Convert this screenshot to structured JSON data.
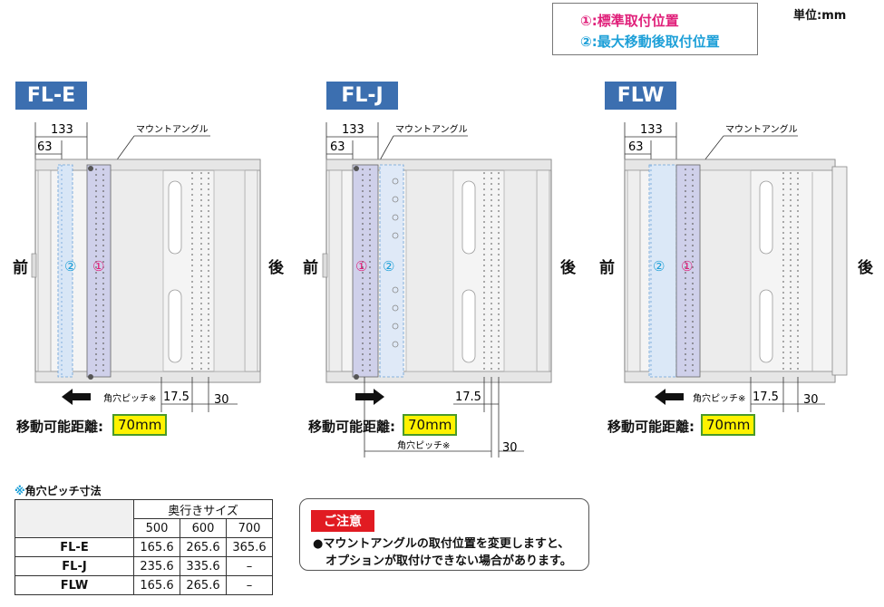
{
  "legend": {
    "standard": "①:標準取付位置",
    "max": "②:最大移動後取付位置"
  },
  "unit": "単位:mm",
  "colors": {
    "standard": "#e0207a",
    "max": "#1ea0d8",
    "model_bg": "#3c6fb0",
    "highlight": "#fff200",
    "notice_red": "#e11b22"
  },
  "front_label": "前",
  "rear_label": "後",
  "mount_angle_label": "マウントアングル",
  "dim_133": "133",
  "dim_63": "63",
  "dim_175": "17.5",
  "dim_30": "30",
  "pitch_label": "角穴ピッチ※",
  "move_label": "移動可能距離:",
  "move_value": "70mm",
  "circle1": "①",
  "circle2": "②",
  "diagrams": [
    {
      "model": "FL-E",
      "direction": "left"
    },
    {
      "model": "FL-J",
      "direction": "right"
    },
    {
      "model": "FLW",
      "direction": "left"
    }
  ],
  "pitch_table": {
    "title_mark": "※",
    "title": "角穴ピッチ寸法",
    "header": "奥行きサイズ",
    "sizes": [
      "500",
      "600",
      "700"
    ],
    "rows": [
      {
        "model": "FL-E",
        "values": [
          "165.6",
          "265.6",
          "365.6"
        ]
      },
      {
        "model": "FL-J",
        "values": [
          "235.6",
          "335.6",
          "–"
        ]
      },
      {
        "model": "FLW",
        "values": [
          "165.6",
          "265.6",
          "–"
        ]
      }
    ]
  },
  "notice": {
    "tag": "ご注意",
    "line1": "●マウントアングルの取付位置を変更しますと、",
    "line2": "オプションが取付けできない場合があります。"
  }
}
